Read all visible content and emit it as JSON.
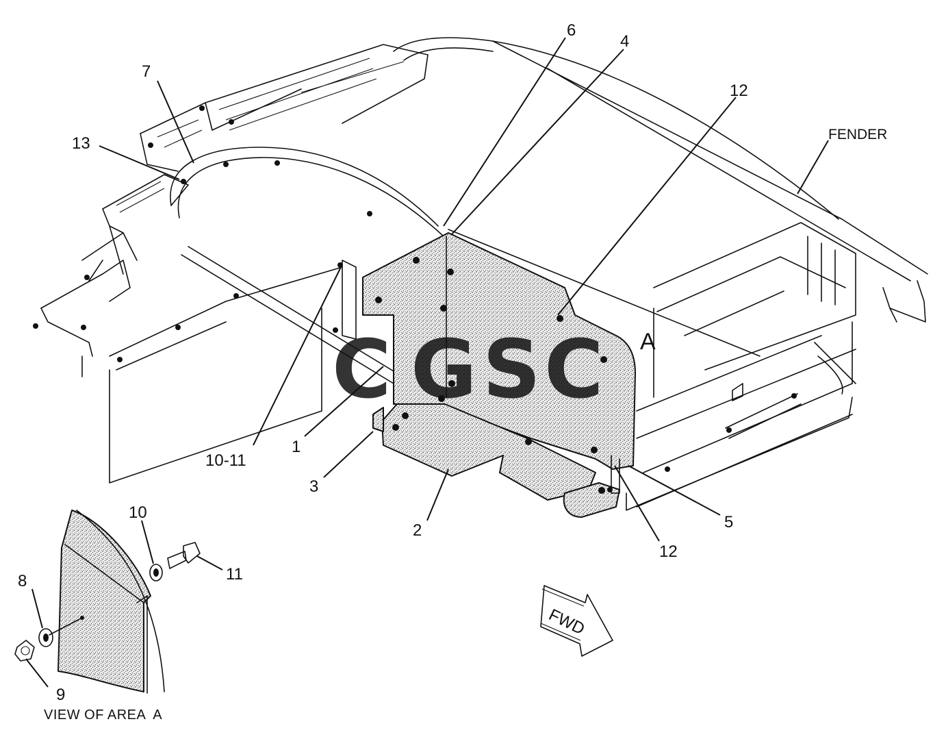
{
  "callouts": [
    {
      "id": "c6",
      "text": "6"
    },
    {
      "id": "c4",
      "text": "4"
    },
    {
      "id": "c7",
      "text": "7"
    },
    {
      "id": "c12a",
      "text": "12"
    },
    {
      "id": "cfender",
      "text": "FENDER"
    },
    {
      "id": "c13",
      "text": "13"
    },
    {
      "id": "cA",
      "text": "A"
    },
    {
      "id": "c1011",
      "text": "10-11"
    },
    {
      "id": "c1",
      "text": "1"
    },
    {
      "id": "c3",
      "text": "3"
    },
    {
      "id": "c2",
      "text": "2"
    },
    {
      "id": "c5",
      "text": "5"
    },
    {
      "id": "c12b",
      "text": "12"
    },
    {
      "id": "c10",
      "text": "10"
    },
    {
      "id": "c11",
      "text": "11"
    },
    {
      "id": "c8",
      "text": "8"
    },
    {
      "id": "c9",
      "text": "9"
    }
  ],
  "view_label": "VIEW OF AREA  A",
  "fwd_arrow": "FWD",
  "watermark": {
    "letters": [
      "C",
      "G",
      "S",
      "C"
    ],
    "colors": [
      "#4f8ff0",
      "#ee6d6a",
      "#f4cc45",
      "#3fae7f"
    ]
  }
}
